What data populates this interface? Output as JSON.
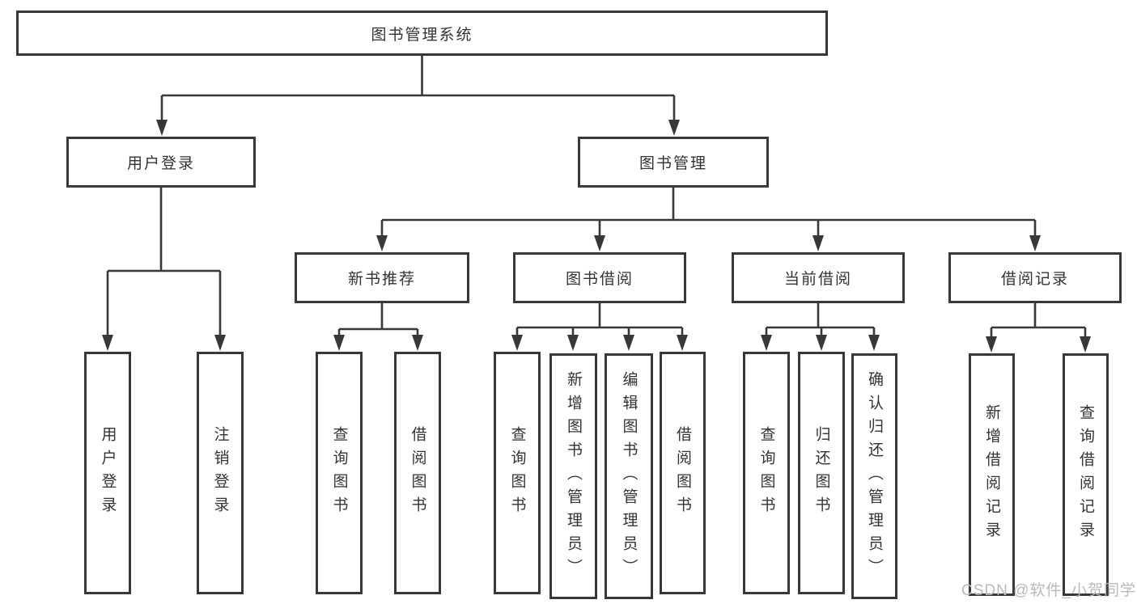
{
  "tree": {
    "root": {
      "label": "图书管理系统"
    },
    "level2": [
      {
        "label": "用户登录"
      },
      {
        "label": "图书管理"
      }
    ],
    "level3": [
      {
        "label": "新书推荐"
      },
      {
        "label": "图书借阅"
      },
      {
        "label": "当前借阅"
      },
      {
        "label": "借阅记录"
      }
    ],
    "leaves": [
      {
        "label": "用户登录"
      },
      {
        "label": "注销登录"
      },
      {
        "label": "查询图书"
      },
      {
        "label": "借阅图书"
      },
      {
        "label": "查询图书"
      },
      {
        "label": "新增图书（管理员）"
      },
      {
        "label": "编辑图书（管理员）"
      },
      {
        "label": "借阅图书"
      },
      {
        "label": "查询图书"
      },
      {
        "label": "归还图书"
      },
      {
        "label": "确认归还（管理员）"
      },
      {
        "label": "新增借阅记录"
      },
      {
        "label": "查询借阅记录"
      }
    ]
  },
  "watermark": {
    "text": "CSDN @软件_小贺同学"
  },
  "colors": {
    "line": "#383838",
    "text": "#333333",
    "watermark": "#b9b9b9",
    "background": "#ffffff"
  }
}
